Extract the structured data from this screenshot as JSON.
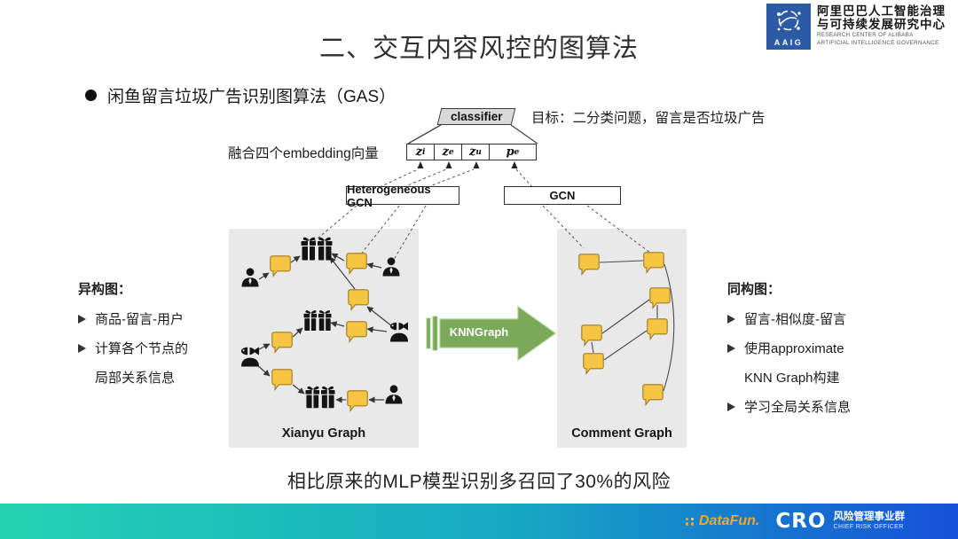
{
  "slide": {
    "title": "二、交互内容风控的图算法",
    "bullet_heading": "闲鱼留言垃圾广告识别图算法（GAS）",
    "conclusion": "相比原来的MLP模型识别多召回了30%的风险"
  },
  "header_logo": {
    "abbr": "AAIG",
    "cn_line1": "阿里巴巴人工智能治理",
    "cn_line2": "与可持续发展研究中心",
    "en_line1": "RESEARCH CENTER OF ALIBABA",
    "en_line2": "ARTIFICIAL INTELLIGENCE GOVERNANCE",
    "square_color": "#2b5aa7"
  },
  "diagram": {
    "classifier_label": "classifier",
    "goal_text": "目标：二分类问题，留言是否垃圾广告",
    "fusion_label": "融合四个embedding向量",
    "embeddings": [
      {
        "base": "z",
        "sub": "i"
      },
      {
        "base": "z",
        "sub": "e"
      },
      {
        "base": "z",
        "sub": "u"
      },
      {
        "base": "p",
        "sub": "e"
      }
    ],
    "hetero_gcn_label": "Heterogeneous GCN",
    "gcn_label": "GCN",
    "knn_arrow_label": "KNNGraph",
    "xianyu_caption": "Xianyu Graph",
    "comment_caption": "Comment Graph"
  },
  "left_notes": {
    "heading": "异构图：",
    "item1": "商品-留言-用户",
    "item2_line1": "计算各个节点的",
    "item2_line2": "局部关系信息"
  },
  "right_notes": {
    "heading": "同构图：",
    "item1": "留言-相似度-留言",
    "item2_line1": "使用approximate",
    "item2_line2": "KNN Graph构建",
    "item3": "学习全局关系信息"
  },
  "footer": {
    "datafun_label": "DataFun.",
    "cro_abbr": "CRO",
    "cro_cn": "风险管理事业群",
    "cro_en": "CHIEF RISK OFFICER"
  },
  "colors": {
    "arrow_green": "#7BA95A",
    "bubble_yellow": "#F7C544",
    "panel_gray": "#E9E9E9",
    "footer_teal": "#24D3B2",
    "footer_blue": "#1550D8",
    "datafun_orange": "#F5A623",
    "title_color": "#2F2F2F"
  }
}
